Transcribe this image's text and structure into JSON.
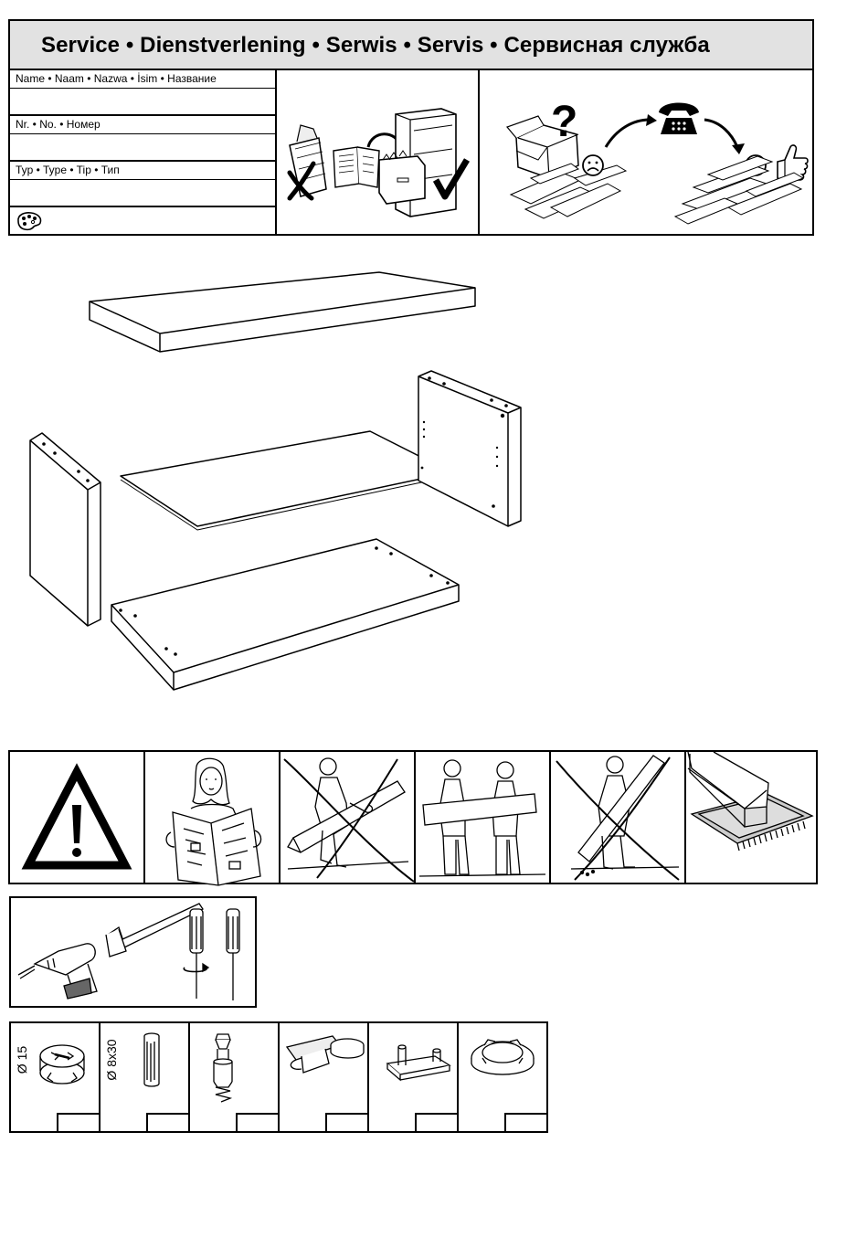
{
  "service": {
    "title": "Service • Dienstverlening • Serwis • Servis • Сервисная служба",
    "name_label": "Name • Naam • Nazwa • İsim • Название",
    "number_label": "Nr. • No. • Номер",
    "type_label": "Typ • Type • Tip • Тип",
    "question_mark": "?"
  },
  "icons": {
    "palette": "palette-icon",
    "cross": "cross-mark-icon",
    "check": "check-mark-icon",
    "phone": "telephone-icon",
    "sad": "sad-face-icon",
    "happy": "happy-face-icon",
    "thumb": "thumbs-up-icon",
    "warning": "warning-triangle-icon"
  },
  "parts": [
    {
      "id": "cam-lock",
      "size": "Ø 15"
    },
    {
      "id": "wood-dowel",
      "size": "Ø 8x30"
    },
    {
      "id": "cam-bolt",
      "size": ""
    },
    {
      "id": "shelf-support",
      "size": ""
    },
    {
      "id": "connector-fitting",
      "size": ""
    },
    {
      "id": "cover-cap",
      "size": ""
    }
  ]
}
